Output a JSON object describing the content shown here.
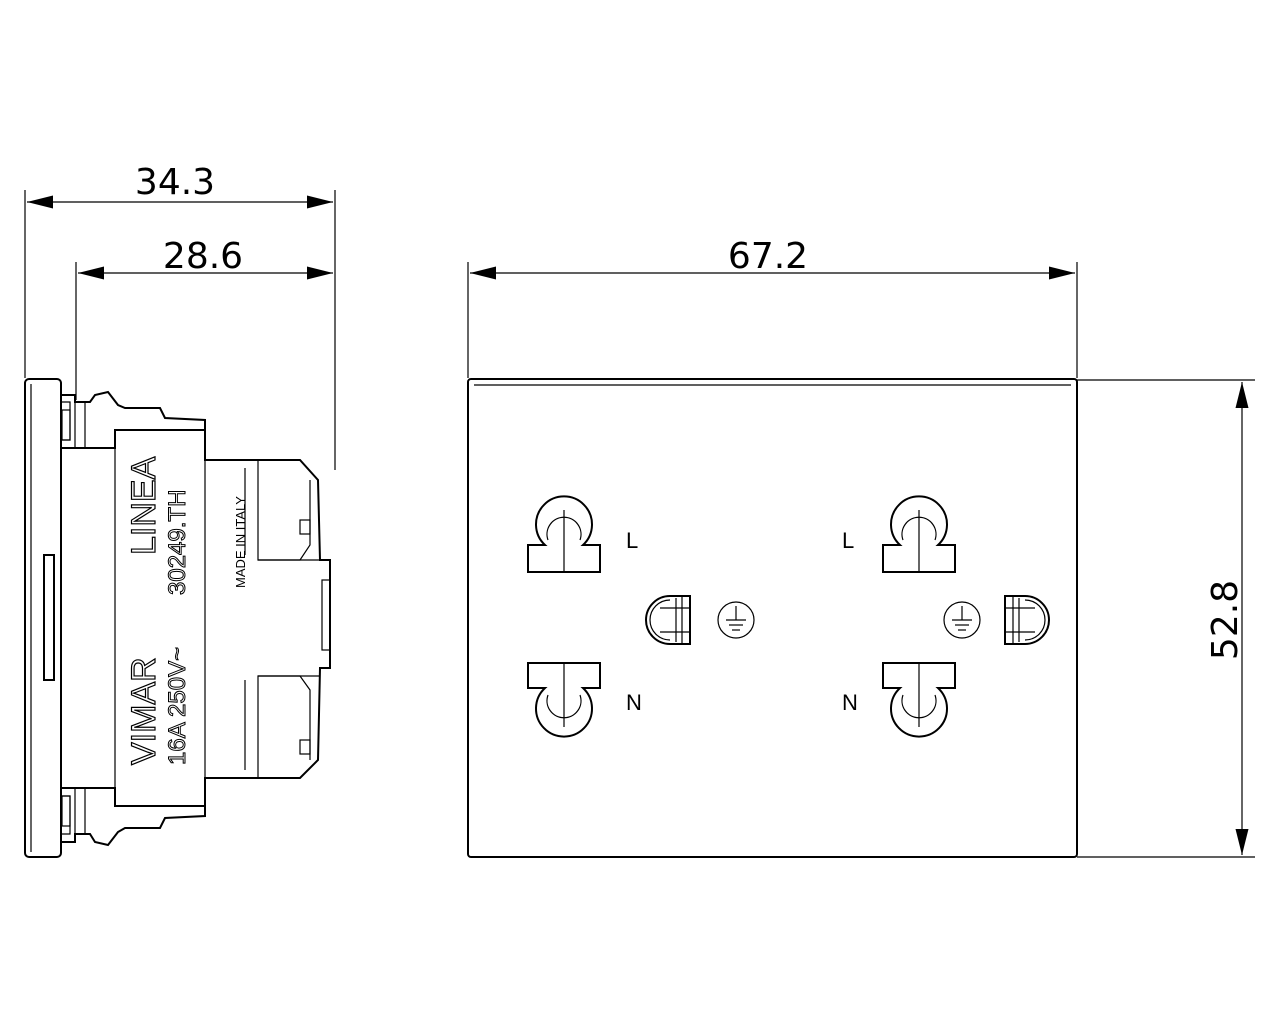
{
  "dimensions": {
    "side_total_depth": "34.3",
    "side_body_depth": "28.6",
    "front_width": "67.2",
    "front_height": "52.8"
  },
  "side_view": {
    "brand": "VIMAR",
    "series": "LINEA",
    "code": "30249.TH",
    "rating": "16A 250V~",
    "origin": "MADE IN ITALY"
  },
  "front_view": {
    "outlets": [
      {
        "live_label": "L",
        "neutral_label": "N"
      },
      {
        "live_label": "L",
        "neutral_label": "N"
      }
    ]
  }
}
